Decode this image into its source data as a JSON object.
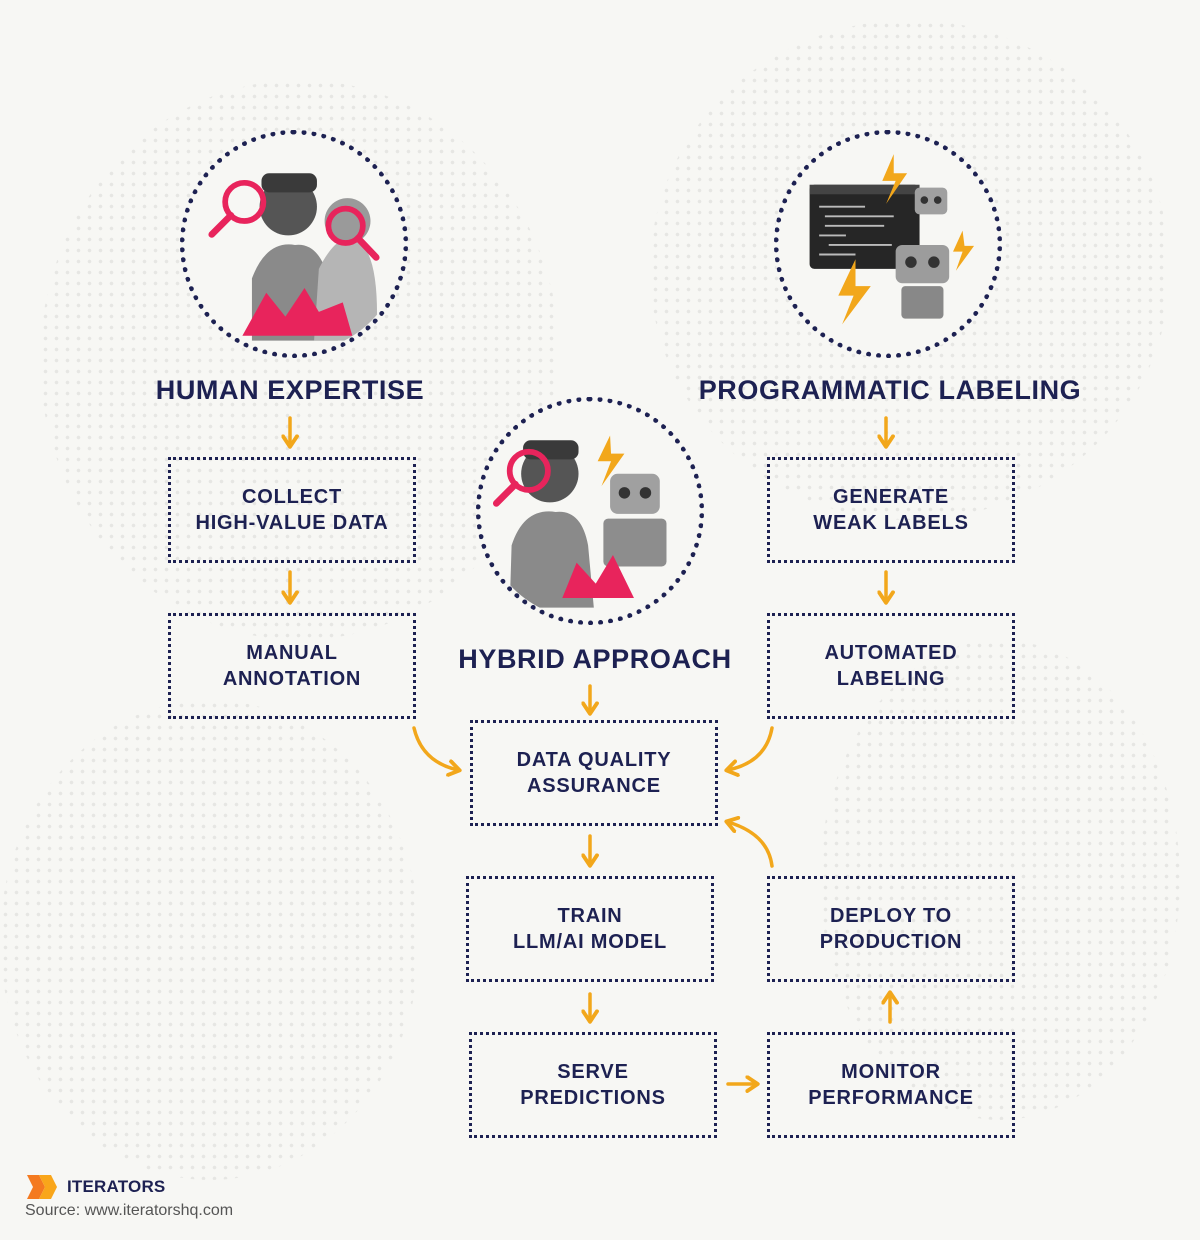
{
  "headings": {
    "human": "HUMAN EXPERTISE",
    "programmatic": "PROGRAMMATIC LABELING",
    "hybrid": "HYBRID APPROACH"
  },
  "boxes": {
    "collect": [
      "COLLECT",
      "HIGH-VALUE DATA"
    ],
    "manual": [
      "MANUAL",
      "ANNOTATION"
    ],
    "generate": [
      "GENERATE",
      "WEAK LABELS"
    ],
    "automated": [
      "AUTOMATED",
      "LABELING"
    ],
    "quality": [
      "DATA QUALITY",
      "ASSURANCE"
    ],
    "train": [
      "TRAIN",
      "LLM/AI MODEL"
    ],
    "deploy": [
      "DEPLOY TO",
      "PRODUCTION"
    ],
    "serve": [
      "SERVE",
      "PREDICTIONS"
    ],
    "monitor": [
      "MONITOR",
      "PERFORMANCE"
    ]
  },
  "footer": {
    "brand": "ITERATORS",
    "source": "Source: www.iteratorshq.com"
  },
  "colors": {
    "navy": "#1d2152",
    "arrow": "#f2a71b",
    "accent_pink": "#e8245c",
    "logo_orange": "#f47a20"
  },
  "icons": [
    "people-magnifier-illustration",
    "robots-code-illustration",
    "hybrid-illustration",
    "arrow-icon"
  ]
}
